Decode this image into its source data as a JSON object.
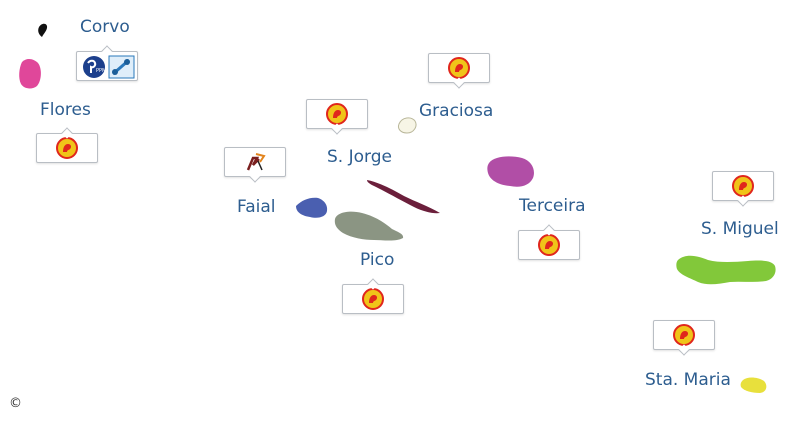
{
  "colors": {
    "label": "#2d5d8f",
    "logo_fill": "#f0c419",
    "logo_ring": "#e0261c",
    "corvo": "#111111",
    "flores": "#e0479a",
    "graciosa": "#f7f5e6",
    "s_jorge": "#6b1f3b",
    "faial": "#4a5fb0",
    "pico": "#8b9583",
    "terceira": "#b14ea6",
    "s_miguel": "#82c83a",
    "sta_maria": "#e8e03c"
  },
  "islands": [
    {
      "id": "corvo",
      "name": "Corvo",
      "badge_icons": [
        "ppm-party-icon",
        "mpt-party-icon"
      ]
    },
    {
      "id": "flores",
      "name": "Flores",
      "badge_icons": [
        "ps-rose-icon"
      ]
    },
    {
      "id": "graciosa",
      "name": "Graciosa",
      "badge_icons": [
        "ps-rose-icon"
      ]
    },
    {
      "id": "s_jorge",
      "name": "S. Jorge",
      "badge_icons": [
        "ps-rose-icon"
      ]
    },
    {
      "id": "faial",
      "name": "Faial",
      "badge_icons": [
        "psd-arrow-icon"
      ]
    },
    {
      "id": "pico",
      "name": "Pico",
      "badge_icons": [
        "ps-rose-icon"
      ]
    },
    {
      "id": "terceira",
      "name": "Terceira",
      "badge_icons": [
        "ps-rose-icon"
      ]
    },
    {
      "id": "s_miguel",
      "name": "S. Miguel",
      "badge_icons": [
        "ps-rose-icon"
      ]
    },
    {
      "id": "sta_maria",
      "name": "Sta. Maria",
      "badge_icons": [
        "ps-rose-icon"
      ]
    }
  ],
  "copyright": "©"
}
